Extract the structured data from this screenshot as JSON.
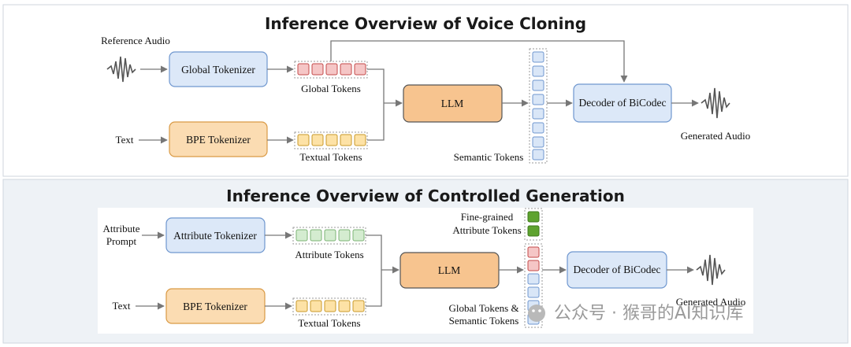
{
  "sections": {
    "voice_cloning": {
      "title": "Inference Overview of Voice Cloning",
      "labels": {
        "reference_audio": "Reference Audio",
        "text": "Text",
        "global_tokens": "Global Tokens",
        "textual_tokens": "Textual Tokens",
        "semantic_tokens": "Semantic Tokens",
        "generated_audio": "Generated Audio"
      },
      "boxes": {
        "global_tokenizer": "Global Tokenizer",
        "bpe_tokenizer": "BPE Tokenizer",
        "llm": "LLM",
        "decoder": "Decoder of BiCodec"
      }
    },
    "controlled_generation": {
      "title": "Inference Overview of Controlled Generation",
      "labels": {
        "attribute_prompt_line1": "Attribute",
        "attribute_prompt_line2": "Prompt",
        "text": "Text",
        "attribute_tokens": "Attribute Tokens",
        "textual_tokens": "Textual Tokens",
        "fine_grained_line1": "Fine-grained",
        "fine_grained_line2": "Attribute Tokens",
        "global_semantic_line1": "Global Tokens &",
        "global_semantic_line2": "Semantic Tokens",
        "generated_audio": "Generated Audio"
      },
      "boxes": {
        "attribute_tokenizer": "Attribute Tokenizer",
        "bpe_tokenizer": "BPE Tokenizer",
        "llm": "LLM",
        "decoder": "Decoder of BiCodec"
      }
    }
  },
  "watermark": "公众号 · 猴哥的AI知识库",
  "colors": {
    "blue_fill": "#dce8f8",
    "blue_stroke": "#6f97cf",
    "orange_fill": "#fbdcb2",
    "orange_stroke": "#d99a45",
    "llm_fill": "#f7c48f",
    "llm_stroke": "#555555",
    "red_token": "#f5c6c6",
    "red_stroke": "#c44a4a",
    "yellow_token": "#fde2a6",
    "yellow_stroke": "#c99a2b",
    "green_token": "#d4ecd0",
    "green_stroke": "#7db376",
    "dark_green": "#5ea32f",
    "blue_token": "#d9e6f7",
    "blue_token_stroke": "#6f97cf"
  }
}
